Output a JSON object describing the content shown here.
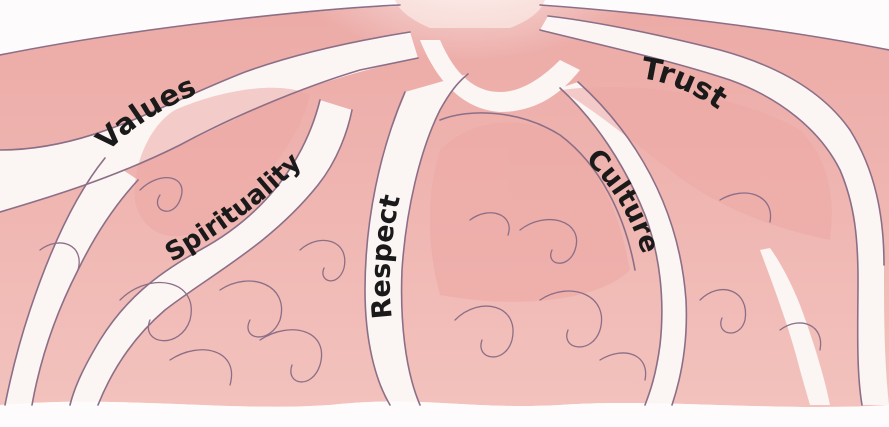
{
  "diagram": {
    "labels": {
      "values": "Values",
      "spirituality": "Spirituality",
      "respect": "Respect",
      "culture": "Culture",
      "trust": "Trust"
    }
  },
  "colors": {
    "fill": "#f1b8b3",
    "fill_light": "#f6cfca",
    "root_white": "#fbf5f4",
    "outline": "#8c6f87",
    "text": "#1a1a1a"
  }
}
